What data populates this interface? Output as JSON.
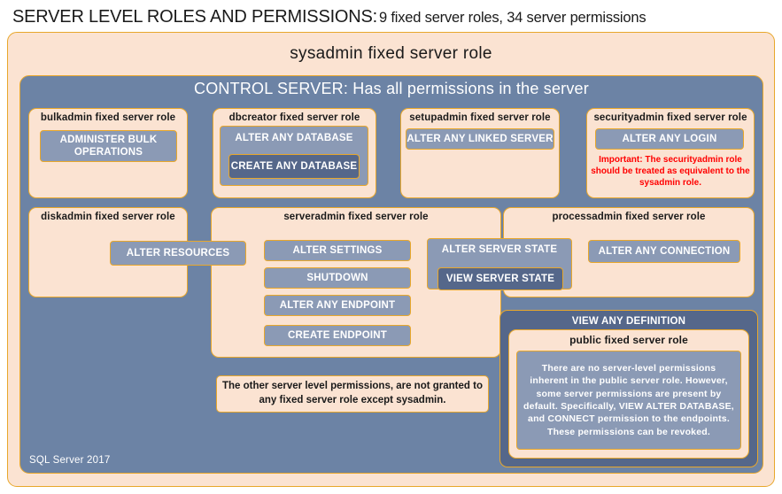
{
  "title": {
    "main": "SERVER LEVEL ROLES AND PERMISSIONS:",
    "subtitle": "9 fixed server roles, 34 server permissions"
  },
  "sysadmin": {
    "label": "sysadmin fixed server role"
  },
  "control_server": {
    "label": "CONTROL SERVER: Has all permissions in the server"
  },
  "roles": {
    "bulkadmin": {
      "label": "bulkadmin fixed server role",
      "permission": "ADMINISTER  BULK OPERATIONS"
    },
    "dbcreator": {
      "label": "dbcreator fixed server role",
      "permission_outer": "ALTER ANY DATABASE",
      "permission_inner": "CREATE  ANY DATABASE"
    },
    "setupadmin": {
      "label": "setupadmin fixed server role",
      "permission": "ALTER ANY LINKED SERVER"
    },
    "securityadmin": {
      "label": "securityadmin fixed server role",
      "permission": "ALTER ANY LOGIN",
      "warning": "Important: The securityadmin role should be treated as equivalent to the sysadmin role."
    },
    "diskadmin": {
      "label": "diskadmin fixed server role",
      "permission": "ALTER RESOURCES"
    },
    "serveradmin": {
      "label": "serveradmin fixed server role",
      "permission_1": "ALTER SETTINGS",
      "permission_2": "SHUTDOWN",
      "permission_3": "ALTER ANY ENDPOINT",
      "permission_4": "CREATE  ENDPOINT",
      "permission_shared_outer": "ALTER SERVER  STATE",
      "permission_shared_inner": "VIEW SERVER  STATE"
    },
    "processadmin": {
      "label": "processadmin fixed server role",
      "permission": "ALTER ANY CONNECTION"
    },
    "public": {
      "container_permission": "VIEW ANY DEFINITION",
      "label": "public  fixed server role",
      "note": "There are no server-level permissions inherent in the public server role. However, some server permissions are present by default. Specifically, VIEW ALTER DATABASE, and CONNECT permission to the endpoints. These permissions can be revoked."
    }
  },
  "notes": {
    "other_permissions": "The other server level permissions, are not granted to any fixed server role except sysadmin."
  },
  "footer": {
    "version": "SQL Server 2017"
  },
  "colors": {
    "cream": "#fbe3d2",
    "gold_border": "#e8a72b",
    "blue_panel": "#6c83a5",
    "permission_box": "#8b9ab5",
    "permission_box_dark": "#55678a",
    "warning_red": "#ff0000",
    "text_dark": "#1a1a1a",
    "text_light": "#ffffff"
  }
}
